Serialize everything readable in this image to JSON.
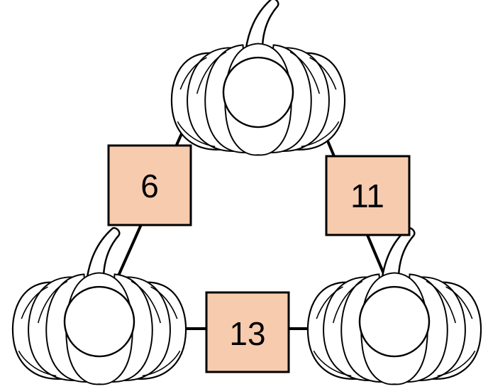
{
  "puzzle": {
    "pumpkins": [
      {
        "id": "top",
        "value": ""
      },
      {
        "id": "bottom-left",
        "value": ""
      },
      {
        "id": "bottom-right",
        "value": ""
      }
    ],
    "edges": [
      {
        "between": [
          "top",
          "bottom-left"
        ],
        "sum": "6"
      },
      {
        "between": [
          "top",
          "bottom-right"
        ],
        "sum": "11"
      },
      {
        "between": [
          "bottom-left",
          "bottom-right"
        ],
        "sum": "13"
      }
    ]
  },
  "colors": {
    "box_fill": "#f7cbae",
    "stroke": "#000000",
    "pumpkin_fill": "#ffffff"
  }
}
